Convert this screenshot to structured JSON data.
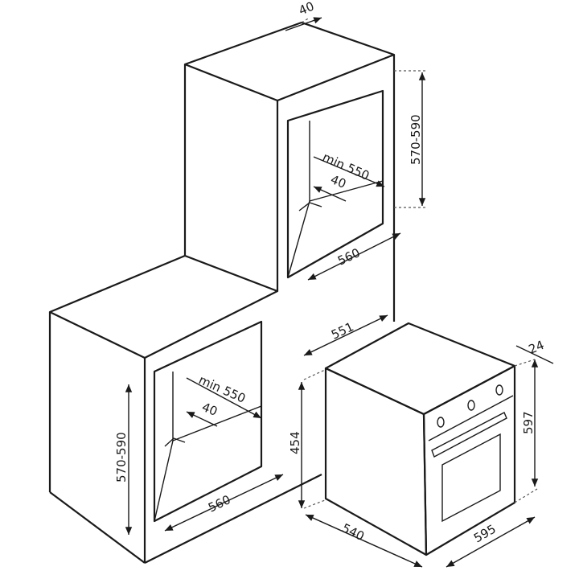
{
  "title": "Built-in oven installation dimensions",
  "dimensions": {
    "tall_top_depth": "40",
    "tall_niche_height": "570-590",
    "tall_niche_depth": "min 550",
    "tall_niche_gap": "40",
    "tall_niche_width": "560",
    "low_niche_height": "570-590",
    "low_niche_depth": "min 550",
    "low_niche_gap": "40",
    "low_niche_width": "560",
    "oven_depth": "551",
    "oven_body_height": "454",
    "oven_body_depth": "540",
    "oven_width": "595",
    "oven_height": "597",
    "oven_panel_thickness": "24"
  }
}
